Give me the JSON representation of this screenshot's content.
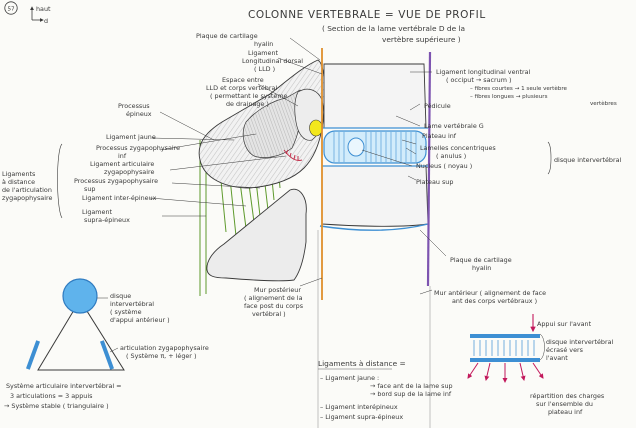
{
  "page_number": "57",
  "orientation": {
    "up": "haut",
    "right": "d"
  },
  "title": {
    "line1": "COLONNE VERTEBRALE = VUE DE PROFIL",
    "line2": "( Section de la lame vertébrale D de la",
    "line3": "vertèbre supérieure )"
  },
  "labels": {
    "plaque_cartilage_top_1": "Plaque de cartilage",
    "plaque_cartilage_top_2": "hyalin",
    "lig_long_dorsal_1": "Ligament",
    "lig_long_dorsal_2": "Longitudinal dorsal",
    "lig_long_dorsal_3": "( LLD )",
    "espace_entre_1": "Espace entre",
    "espace_entre_2": "LLD et corps vertébral",
    "espace_entre_3": "( permettant le système",
    "espace_entre_4": "de drainage )",
    "processus_epineux_1": "Processus",
    "processus_epineux_2": "épineux",
    "lig_jaune": "Ligament jaune",
    "proc_zyg_inf_1": "Processus zygapophysaire",
    "proc_zyg_inf_2": "inf",
    "lig_articulaire_1": "Ligament articulaire",
    "lig_articulaire_2": "zygapophysaire",
    "proc_zyg_sup_1": "Processus zygapophysaire",
    "proc_zyg_sup_2": "sup",
    "lig_interepineux": "Ligament inter-épineux",
    "lig_supraepineux_1": "Ligament",
    "lig_supraepineux_2": "supra-épineux",
    "lig_distance_1": "Ligaments",
    "lig_distance_2": "à distance",
    "lig_distance_3": "de l'articulation",
    "lig_distance_4": "zygapophysaire",
    "lig_long_ventral_1": "Ligament longitudinal ventral",
    "lig_long_ventral_2": "( occiput → sacrum )",
    "lig_long_ventral_3": "– fibres courtes → 1 seule vertèbre",
    "lig_long_ventral_4": "– fibres longues → plusieurs",
    "lig_long_ventral_5": "vertèbres",
    "pedicule": "Pédicule",
    "lame_vertebrale": "Lame vertébrale G",
    "plateau_inf": "Plateau inf",
    "lamelles_1": "Lamelles concentriques",
    "lamelles_2": "( anulus )",
    "nucleus": "Nucleus ( noyau )",
    "disque_intervertebral": "disque intervertébral",
    "plateau_sup": "Plateau sup",
    "plaque_cartilage_bottom_1": "Plaque de cartilage",
    "plaque_cartilage_bottom_2": "hyalin",
    "mur_posterieur_1": "Mur postérieur",
    "mur_posterieur_2": "( alignement de la",
    "mur_posterieur_3": "face post du corps",
    "mur_posterieur_4": "vertébral )",
    "mur_anterieur_1": "Mur antérieur ( alignement de face",
    "mur_anterieur_2": "ant des corps vertébraux )",
    "tri_disque_1": "disque",
    "tri_disque_2": "intervertébral",
    "tri_disque_3": "( système",
    "tri_disque_4": "d'appui antérieur )",
    "tri_articulation_1": "articulation zygapophysaire",
    "tri_articulation_2": "( Système π, + léger )",
    "systeme_1": "Système articulaire intervertébral =",
    "systeme_2": "3 articulations = 3 appuis",
    "systeme_3": "→ Système stable ( triangulaire )",
    "lig_dist_title": "Ligaments à distance =",
    "lig_dist_1": "– Ligament jaune :",
    "lig_dist_2": "→ face ant de la lame sup",
    "lig_dist_3": "→ bord sup de la lame inf",
    "lig_dist_4": "– Ligament interépineux",
    "lig_dist_5": "– Ligament supra-épineux",
    "appui_avant": "Appui sur l'avant",
    "disque_box_1": "disque intervertébral",
    "disque_box_2": "écrasé vers",
    "disque_box_3": "l'avant",
    "repartition_1": "répartition des charges",
    "repartition_2": "sur l'ensemble du",
    "repartition_3": "plateau inf"
  },
  "colors": {
    "ink": "#3a3a3a",
    "green_ligaments": "#5e9a2c",
    "orange_line": "#e0902c",
    "purple_line": "#7d54b0",
    "blue_disc": "#3d8fd3",
    "disc_light": "#d2ecfb",
    "yellow_marrow": "#f2e71c",
    "red_arrows": "#c2185b",
    "red_joint": "#c2314c",
    "bone_gray": "#c8c8c8",
    "bone_light": "#ececec"
  }
}
